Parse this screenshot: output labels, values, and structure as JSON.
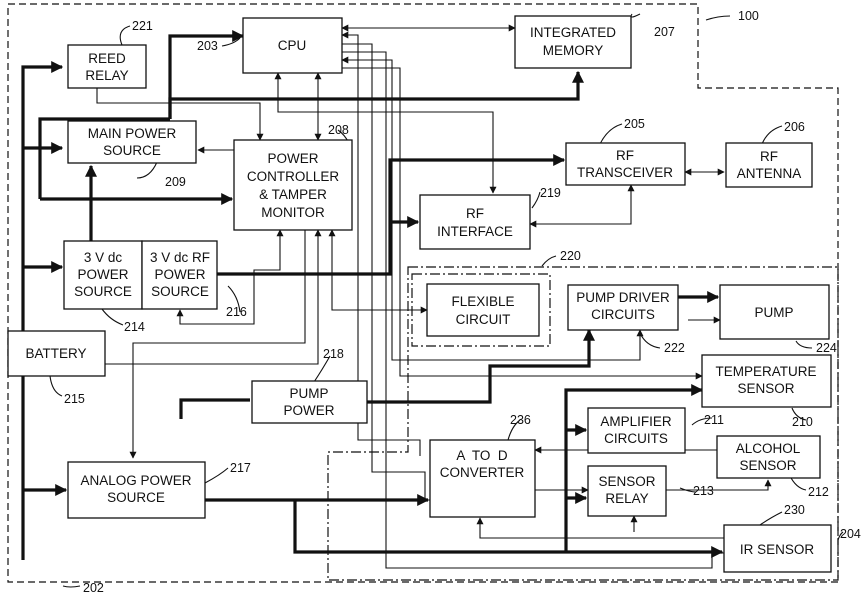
{
  "blocks": {
    "reed_relay": [
      "REED",
      "RELAY"
    ],
    "cpu": [
      "CPU"
    ],
    "integrated_memory": [
      "INTEGRATED",
      "MEMORY"
    ],
    "main_power_source": [
      "MAIN POWER",
      "SOURCE"
    ],
    "power_controller": [
      "POWER",
      "CONTROLLER",
      "& TAMPER",
      "MONITOR"
    ],
    "rf_transceiver": [
      "RF",
      "TRANSCEIVER"
    ],
    "rf_antenna": [
      "RF",
      "ANTENNA"
    ],
    "rf_interface": [
      "RF",
      "INTERFACE"
    ],
    "v3_power_source": [
      "3 V dc",
      "POWER",
      "SOURCE"
    ],
    "v3_rf_power_source": [
      "3 V dc RF",
      "POWER",
      "SOURCE"
    ],
    "flexible_circuit": [
      "FLEXIBLE",
      "CIRCUIT"
    ],
    "pump_driver_circuits": [
      "PUMP DRIVER",
      "CIRCUITS"
    ],
    "pump": [
      "PUMP"
    ],
    "battery": [
      "BATTERY"
    ],
    "temperature_sensor": [
      "TEMPERATURE",
      "SENSOR"
    ],
    "pump_power": [
      "PUMP",
      "POWER"
    ],
    "amplifier_circuits": [
      "AMPLIFIER",
      "CIRCUITS"
    ],
    "alcohol_sensor": [
      "ALCOHOL",
      "SENSOR"
    ],
    "a_to_d_converter": [
      "A  TO  D",
      "CONVERTER"
    ],
    "sensor_relay": [
      "SENSOR",
      "RELAY"
    ],
    "analog_power_source": [
      "ANALOG POWER",
      "SOURCE"
    ],
    "ir_sensor": [
      "IR SENSOR"
    ]
  },
  "refs": {
    "r100": "100",
    "r202": "202",
    "r203": "203",
    "r204": "204",
    "r205": "205",
    "r206": "206",
    "r207": "207",
    "r208": "208",
    "r209": "209",
    "r210": "210",
    "r211": "211",
    "r212": "212",
    "r213": "213",
    "r214": "214",
    "r215": "215",
    "r216": "216",
    "r217": "217",
    "r218": "218",
    "r219": "219",
    "r220": "220",
    "r221": "221",
    "r222": "222",
    "r224": "224",
    "r230": "230",
    "r236": "236"
  }
}
